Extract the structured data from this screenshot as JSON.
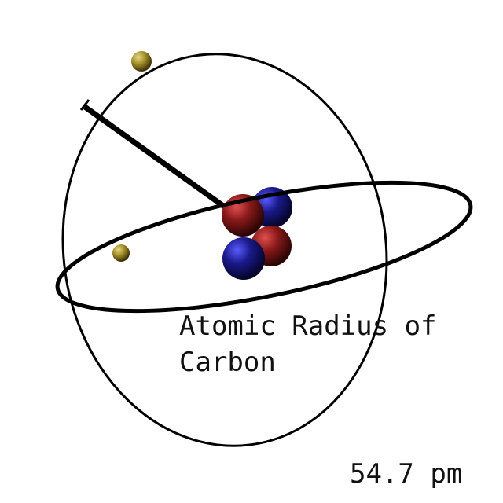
{
  "title": {
    "line1": "Atomic Radius of",
    "line2": "Carbon"
  },
  "value": "54.7 pm",
  "colors": {
    "background": "#ffffff",
    "orbit": "#000000",
    "proton": "#8b1a1a",
    "neutron": "#1a1a8b",
    "electron": "#a08c28",
    "text": "#111111"
  },
  "atom": {
    "nucleus": [
      "proton",
      "neutron",
      "proton",
      "neutron"
    ],
    "electrons": 2,
    "orbits": 2
  }
}
